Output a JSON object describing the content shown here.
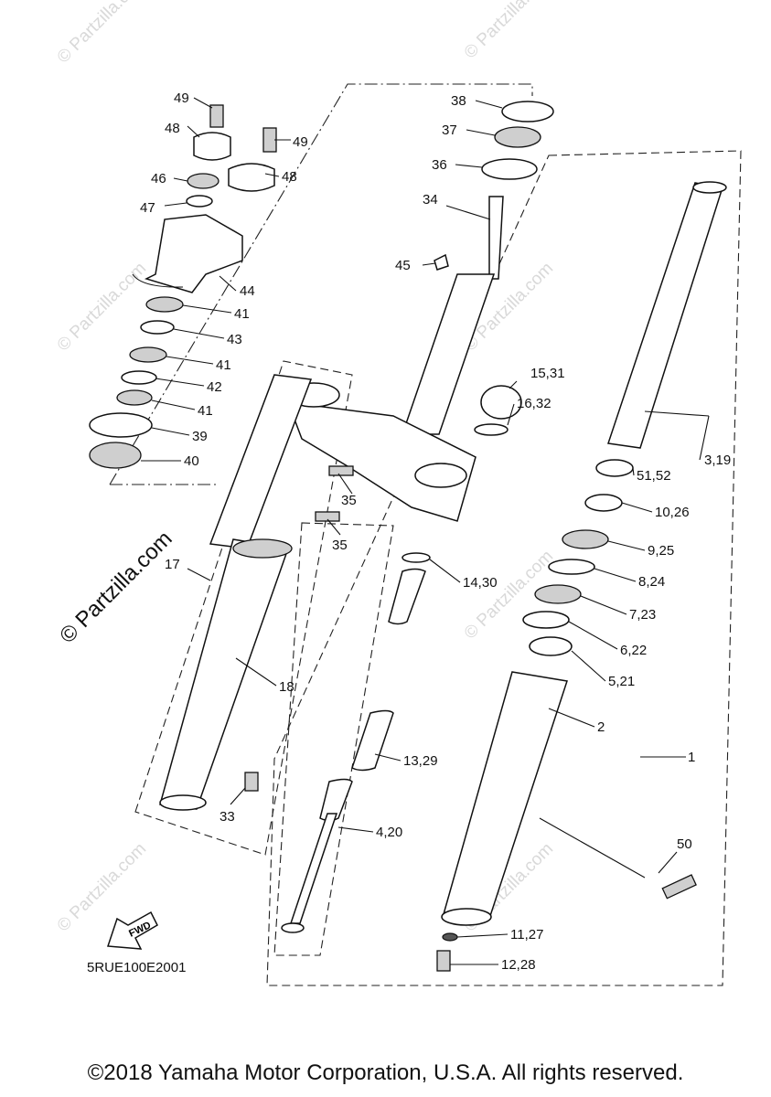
{
  "diagram": {
    "diagram_code": "5RUE100E2001",
    "fwd_arrow_text": "FWD",
    "watermark_small": "© Partzilla.com",
    "watermark_large": "© Partzilla.com",
    "callouts": [
      "49",
      "48",
      "49",
      "48",
      "46",
      "47",
      "44",
      "41",
      "43",
      "41",
      "42",
      "41",
      "39",
      "40",
      "38",
      "37",
      "36",
      "34",
      "45",
      "15,31",
      "16,32",
      "35",
      "35",
      "17",
      "18",
      "33",
      "3,19",
      "51,52",
      "10,26",
      "9,25",
      "8,24",
      "14,30",
      "7,23",
      "6,22",
      "5,21",
      "2",
      "1",
      "13,29",
      "4,20",
      "50",
      "11,27",
      "12,28"
    ]
  },
  "footer": {
    "copyright": "©2018 Yamaha Motor Corporation, U.S.A. All rights reserved."
  }
}
